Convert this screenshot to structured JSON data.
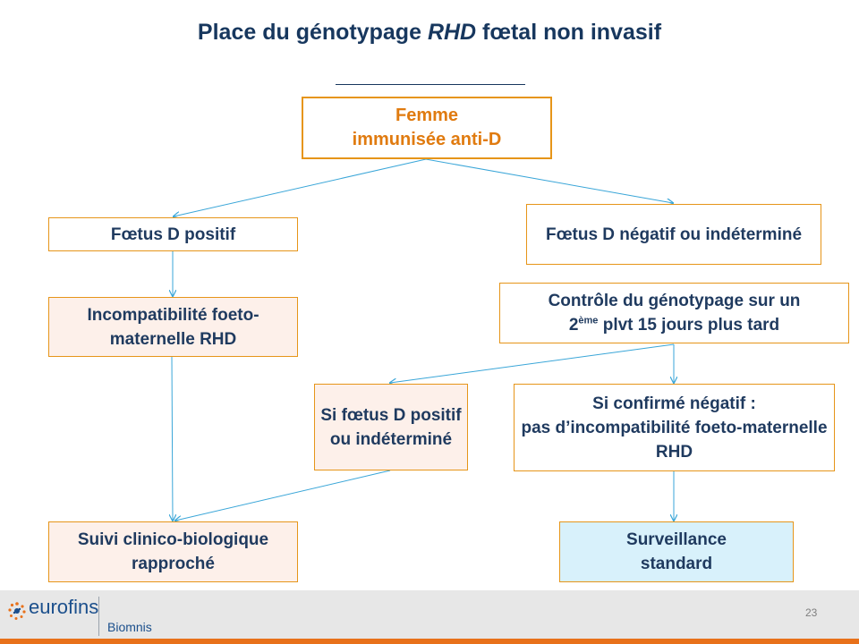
{
  "title": {
    "prefix": "Place du génotypage ",
    "emph": "RHD",
    "suffix": " fœtal non invasif"
  },
  "nodes": {
    "root": {
      "line1": "Femme",
      "line2": "immunisée anti-D"
    },
    "positive": "Fœtus D positif",
    "negative": "Fœtus D négatif ou indéterminé",
    "incompat": "Incompatibilité foeto-maternelle RHD",
    "control": {
      "line1": "Contrôle du génotypage sur un",
      "ordinal_num": "2",
      "ordinal_sup": "ème",
      "rest": " plvt 15 jours plus tard"
    },
    "si_positive": "Si fœtus D positif ou indéterminé",
    "si_negative": {
      "line1": "Si confirmé négatif :",
      "line2": "pas d’incompatibilité foeto-maternelle RHD"
    },
    "suivi": "Suivi clinico-biologique rapproché",
    "surveillance": {
      "line1": "Surveillance",
      "line2": "standard"
    }
  },
  "footer": {
    "logo": "eurofins",
    "sub": "Biomnis",
    "page": "23"
  },
  "colors": {
    "title": "#17375e",
    "box_border": "#e69519",
    "box_text": "#1f3a5f",
    "root_text": "#e07b10",
    "pink_fill": "#fdf0ea",
    "blue_fill": "#d8f1fb",
    "arrow": "#3aa6d8",
    "footer_line": "#e8711a"
  }
}
